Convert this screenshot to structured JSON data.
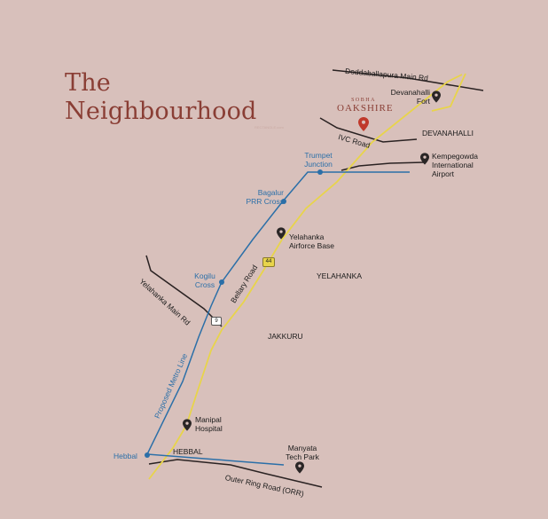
{
  "title": {
    "line1": "The",
    "line2": "Neighbourhood"
  },
  "brand": {
    "small": "SOBHA",
    "name": "OAKSHIRE"
  },
  "watermark": "RECTANGLE.com",
  "roads": {
    "doddaballapura": "Doddaballapura Main Rd",
    "ivc": "IVC Road",
    "bellary": "Bellary Road",
    "yelahanka_main": "Yelahanka Main Rd",
    "orr": "Outer Ring Road (ORR)",
    "metro": "Proposed Metro Line"
  },
  "areas": {
    "devanahalli": "DEVANAHALLI",
    "yelahanka": "YELAHANKA",
    "jakkuru": "JAKKURU",
    "hebbal": "HEBBAL"
  },
  "places": {
    "devanahalli_fort": [
      "Devanahalli",
      "Fort"
    ],
    "airport": [
      "Kempegowda",
      "International",
      "Airport"
    ],
    "airforce": [
      "Yelahanka",
      "Airforce Base"
    ],
    "manipal": [
      "Manipal",
      "Hospital"
    ],
    "manyata": [
      "Manyata",
      "Tech Park"
    ]
  },
  "stations": {
    "trumpet": [
      "Trumpet",
      "Junction"
    ],
    "bagalur": [
      "Bagalur",
      "PRR Cross"
    ],
    "kogilu": [
      "Kogilu",
      "Cross"
    ],
    "hebbal": "Hebbal"
  },
  "highway_shields": {
    "nh44": "44",
    "nh9": "9"
  },
  "colors": {
    "background": "#d8c0bb",
    "yellow_road": "#e8d44a",
    "metro_line": "#2b6fa8",
    "dark_road": "#2a2222",
    "title": "#8a3e35",
    "project_pin": "#c0392b"
  }
}
